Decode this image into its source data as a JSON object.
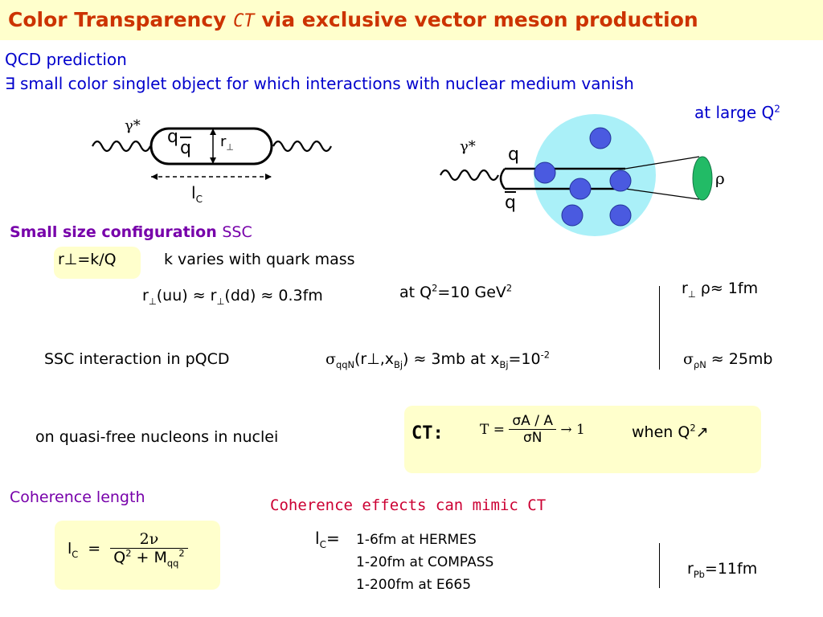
{
  "title": {
    "part1": "Color Transparency ",
    "ct": "CT",
    "part2": " via exclusive vector meson production"
  },
  "intro": {
    "qcd_prediction": "QCD prediction",
    "exists_line": "∃ small color singlet object for which interactions with nuclear medium vanish",
    "at_large_q": "at large Q",
    "at_large_q_sup": "2"
  },
  "diagram1": {
    "gamma_label": "γ*",
    "q_label": "q",
    "qbar_label": "q",
    "r_label": "r",
    "r_sub": "⊥",
    "lc_label": "l",
    "lc_sub": "C"
  },
  "diagram2": {
    "gamma_label": "γ*",
    "q_label": "q",
    "qbar_label": "q",
    "rho_label": "ρ",
    "colors": {
      "nucleus": "#aaf0f8",
      "nucleon": "#4a5ae0",
      "rho": "#22bb66"
    }
  },
  "ssc": {
    "heading": "Small size configuration ",
    "heading_abbr": "SSC",
    "r_def": "r⊥=k/Q",
    "k_varies": "k varies with quark mass",
    "formula_r": "r",
    "formula_sub": "⊥",
    "formula_uu": "(uu) ≈ r",
    "formula_dd": "(dd) ≈ 0.3",
    "formula_fm": "fm",
    "at_q2": "at Q",
    "at_q2_sup": "2",
    "at_q2_val": "=10 GeV",
    "at_q2_val_sup": "2",
    "r_rho": "r",
    "r_rho_sub": "⊥",
    "r_rho_rest": " ρ≈ 1fm"
  },
  "pqcd": {
    "label": "SSC interaction in pQCD",
    "sigma": "σ",
    "sigma_sub": "qqN",
    "args": "(r⊥,x",
    "args_sub": "Bj",
    "args_rest": ") ≈ 3mb at x",
    "xbj_sub": "Bj",
    "xbj_val": "=10",
    "xbj_exp": "-2",
    "sigma_rhon": "σ",
    "sigma_rhon_sub": "ρN",
    "sigma_rhon_val": " ≈ 25mb"
  },
  "ct_box": {
    "left_text": "on quasi-free nucleons in nuclei",
    "ct_label": "CT:",
    "T_label": "T =",
    "num": "σA / A",
    "den": "σN",
    "arrow": "→ 1",
    "when": "when Q",
    "when_sup": "2",
    "when_arrow": "↗"
  },
  "coherence": {
    "heading": "Coherence length",
    "formula_lhs": "l",
    "formula_lhs_sub": "C",
    "eq": "=",
    "num": "2ν",
    "den_q": "Q",
    "den_q_sup": "2",
    "den_plus": " + M",
    "den_m_sub": "qq",
    "den_m_sup": "2",
    "mimic": "Coherence effects can mimic CT",
    "lc_label": "l",
    "lc_sub": "C",
    "lc_eq": "=",
    "values": [
      "1-6fm at HERMES",
      "1-20fm at COMPASS",
      "1-200fm at E665"
    ],
    "rpb": "r",
    "rpb_sub": "Pb",
    "rpb_val": "=11fm"
  }
}
